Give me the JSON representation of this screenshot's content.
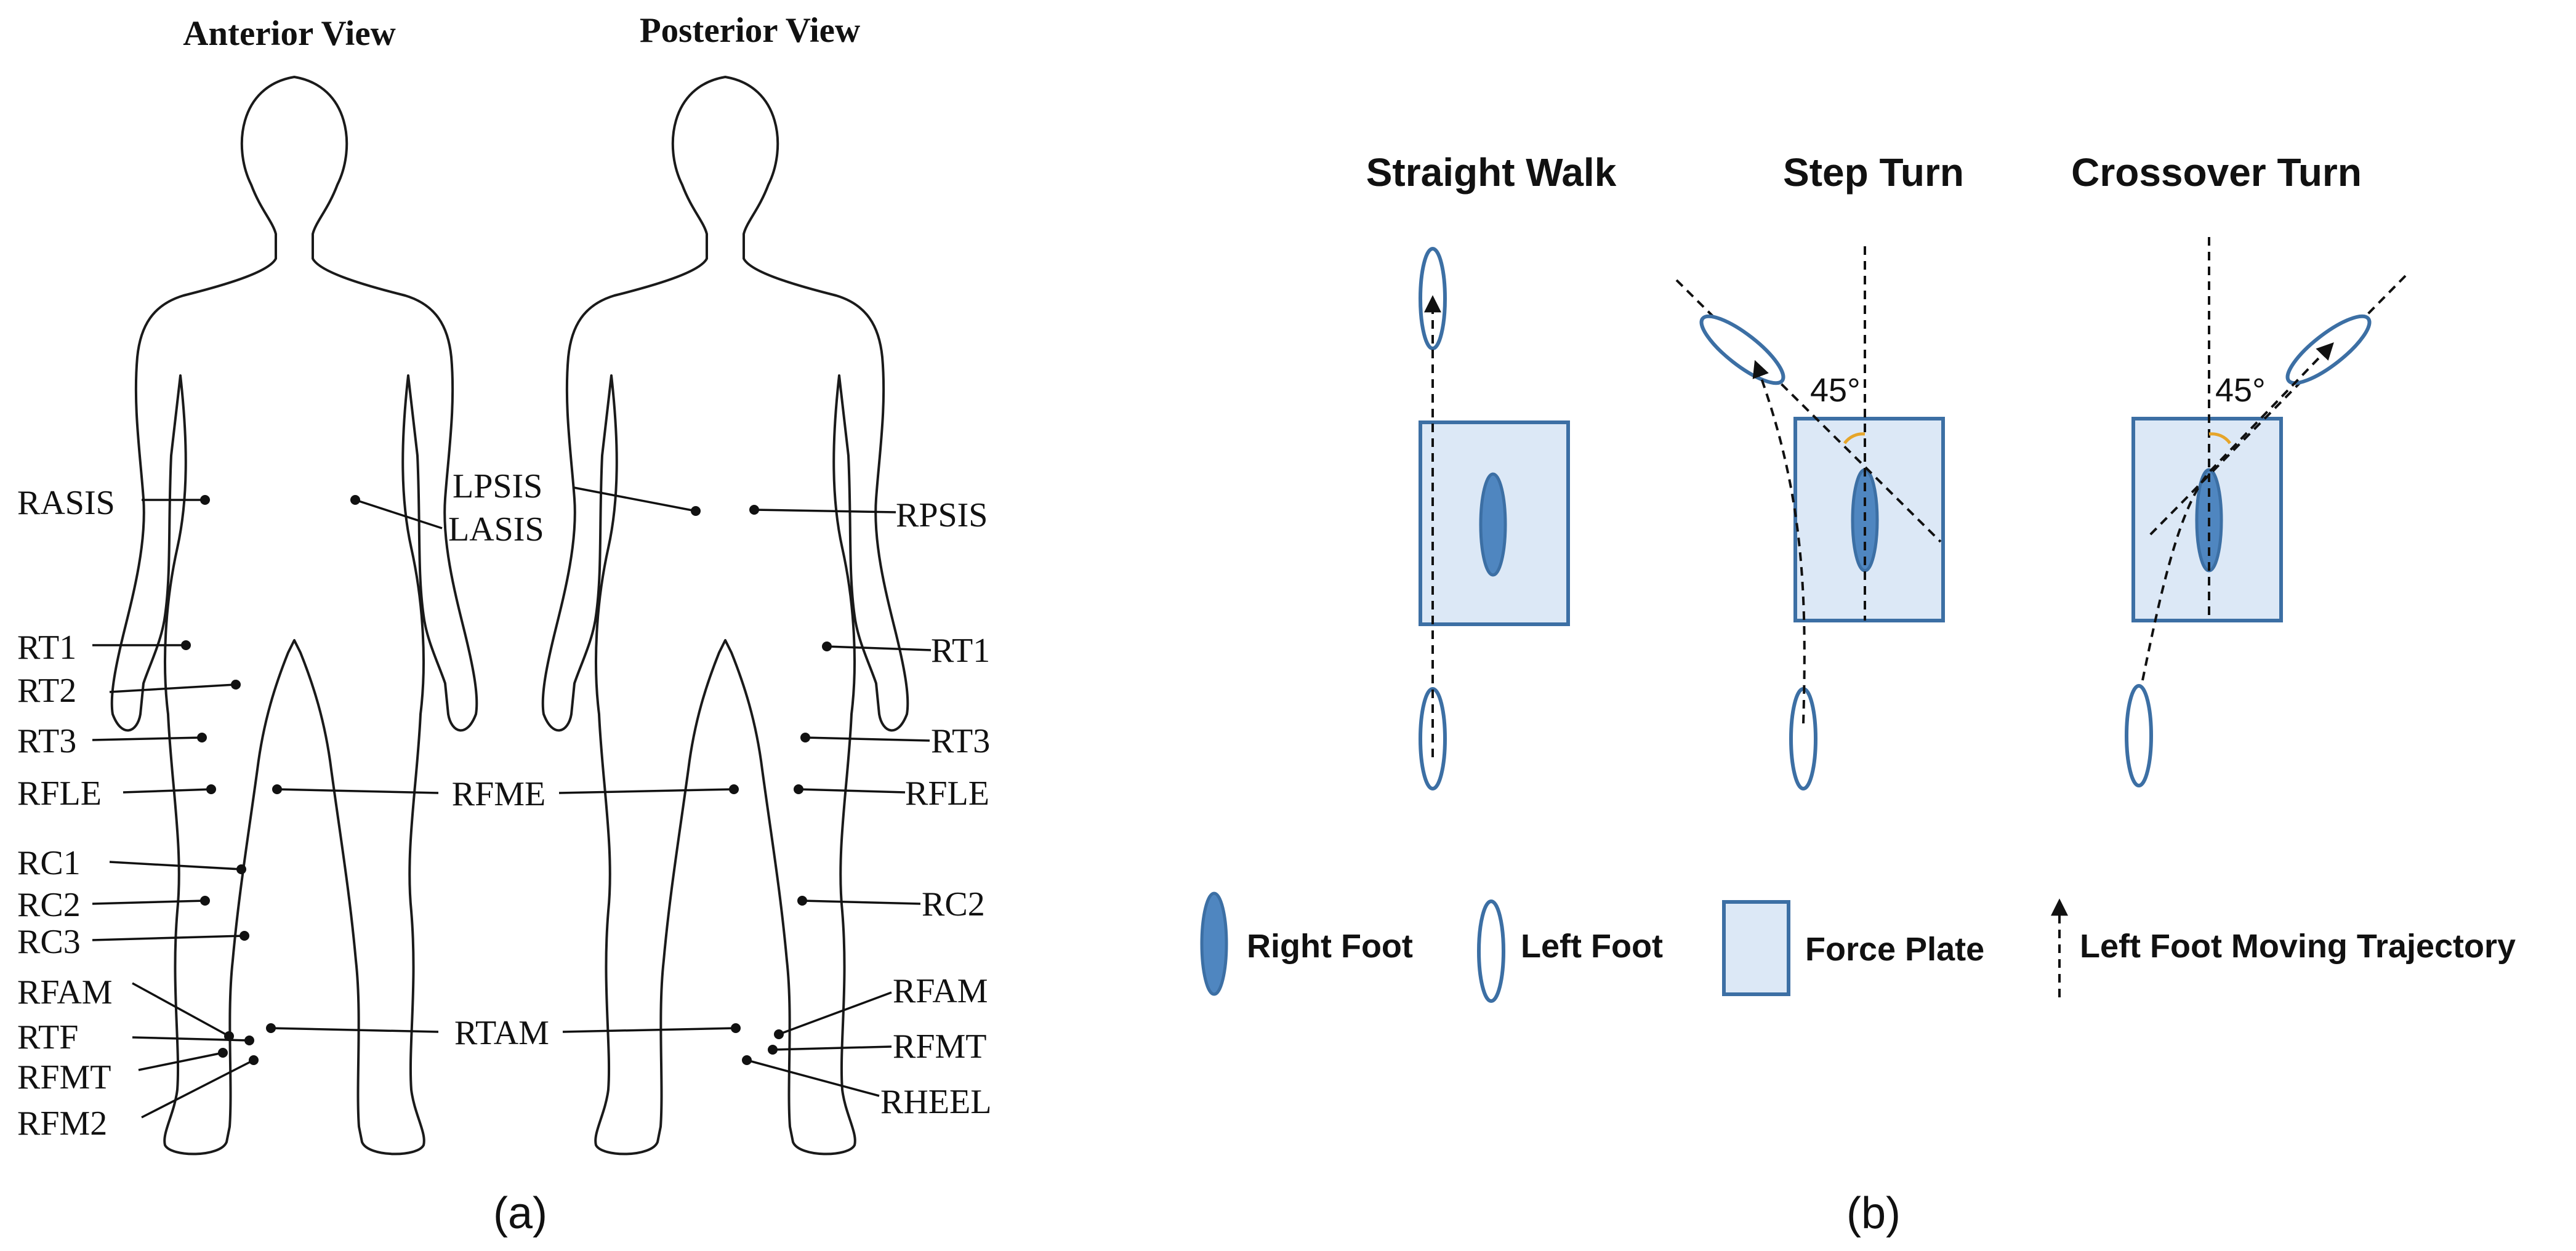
{
  "panel_a": {
    "caption": "(a)",
    "anterior_title": "Anterior View",
    "posterior_title": "Posterior View",
    "labels": {
      "rasis": "RASIS",
      "lasis": "LASIS",
      "lpsis": "LPSIS",
      "rpsis": "RPSIS",
      "rt1_ant": "RT1",
      "rt2": "RT2",
      "rt3_ant": "RT3",
      "rfle_ant": "RFLE",
      "rc1": "RC1",
      "rc2_ant": "RC2",
      "rc3": "RC3",
      "rfam_ant": "RFAM",
      "rtf": "RTF",
      "rfmt_ant": "RFMT",
      "rfm2": "RFM2",
      "rfme": "RFME",
      "rtam": "RTAM",
      "rt1_post": "RT1",
      "rt3_post": "RT3",
      "rfle_post": "RFLE",
      "rc2_post": "RC2",
      "rfam_post": "RFAM",
      "rfmt_post": "RFMT",
      "rheel": "RHEEL"
    }
  },
  "panel_b": {
    "caption": "(b)",
    "conditions": {
      "straight": "Straight Walk",
      "step": "Step Turn",
      "crossover": "Crossover Turn"
    },
    "angle_step": "45°",
    "angle_crossover": "45°",
    "legend": {
      "right_foot": "Right Foot",
      "left_foot": "Left Foot",
      "force_plate": "Force Plate",
      "trajectory": "Left Foot Moving Trajectory"
    }
  },
  "colors": {
    "plate_fill": "#dce8f6",
    "plate_stroke": "#3c6fa4",
    "right_foot_fill": "#4f86c0",
    "angle_arc": "#e6a52a"
  }
}
